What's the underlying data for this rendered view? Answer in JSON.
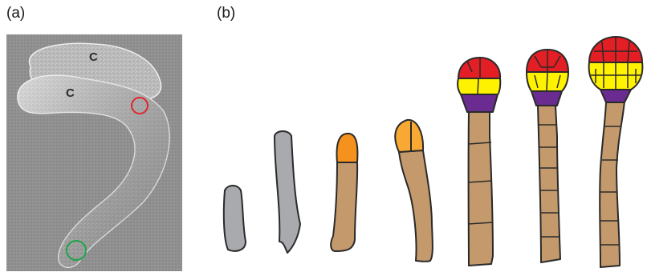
{
  "panels": {
    "a": {
      "label": "(a)",
      "cotyledon_label_1": "C",
      "cotyledon_label_2": "C"
    },
    "b": {
      "label": "(b)"
    }
  },
  "colors": {
    "grey_cell": "#a9aaae",
    "orange_apical": "#f5921e",
    "light_orange_apical": "#f7a933",
    "suspensor_tan": "#c49a6c",
    "upper_tier_red": "#e31e24",
    "lower_tier_yellow": "#fff200",
    "hypophysis_purple": "#6a2c91",
    "outline": "#2a2a2a",
    "circle_red": "#e0262b",
    "circle_green": "#1fa34a"
  },
  "stages": [
    {
      "name": "zygote-small",
      "fill": "grey"
    },
    {
      "name": "zygote-elongated",
      "fill": "grey"
    },
    {
      "name": "one-cell-embryo",
      "apical": "orange"
    },
    {
      "name": "two-cell-embryo",
      "apical": "light-orange"
    },
    {
      "name": "octant-embryo",
      "tiers": [
        "red",
        "yellow",
        "purple"
      ]
    },
    {
      "name": "dermatogen-embryo",
      "tiers": [
        "red",
        "yellow",
        "purple"
      ]
    },
    {
      "name": "globular-embryo",
      "tiers": [
        "red",
        "yellow",
        "purple"
      ]
    }
  ]
}
